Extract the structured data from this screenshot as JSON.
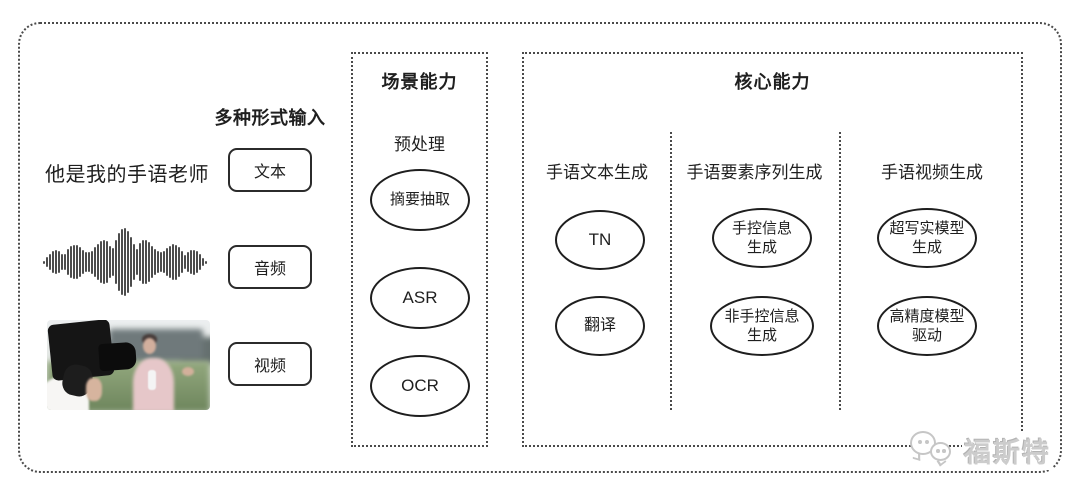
{
  "colors": {
    "background": "#ffffff",
    "line": "#4a4a4a",
    "text": "#1f1f1f",
    "node_stroke": "#1e1e1e",
    "watermark": "#c6c6c6"
  },
  "inputs": {
    "header": "多种形式输入",
    "text_sample": "他是我的手语老师",
    "items": [
      {
        "label": "文本",
        "preview": "text-sentence"
      },
      {
        "label": "音频",
        "preview": "audio-waveform"
      },
      {
        "label": "视频",
        "preview": "video-thumbnail"
      }
    ]
  },
  "scene_capability": {
    "title": "场景能力",
    "subtitle": "预处理",
    "nodes": [
      "摘要抽取",
      "ASR",
      "OCR"
    ]
  },
  "core_capability": {
    "title": "核心能力",
    "columns": [
      {
        "header": "手语文本生成",
        "nodes": [
          "TN",
          "翻译"
        ]
      },
      {
        "header": "手语要素序列生成",
        "nodes": [
          "手控信息\n生成",
          "非手控信息\n生成"
        ]
      },
      {
        "header": "手语视频生成",
        "nodes": [
          "超写实模型\n生成",
          "高精度模型\n驱动"
        ]
      }
    ]
  },
  "watermark": {
    "label": "福斯特",
    "icon": "chat-bubbles-icon"
  }
}
